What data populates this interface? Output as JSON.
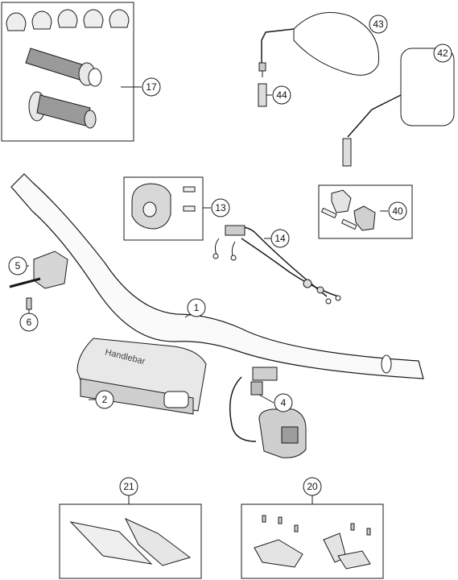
{
  "diagram": {
    "callouts": {
      "c1": "1",
      "c2": "2",
      "c4": "4",
      "c5": "5",
      "c6": "6",
      "c13": "13",
      "c14": "14",
      "c17": "17",
      "c20": "20",
      "c21": "21",
      "c40": "40",
      "c42": "42",
      "c43": "43",
      "c44": "44"
    },
    "pad_brand_text": "Handlebar"
  },
  "colors": {
    "line": "#1a1a1a",
    "part_fill": "#f2f2f2",
    "shade": "#bdbdbd",
    "dark": "#555555"
  }
}
